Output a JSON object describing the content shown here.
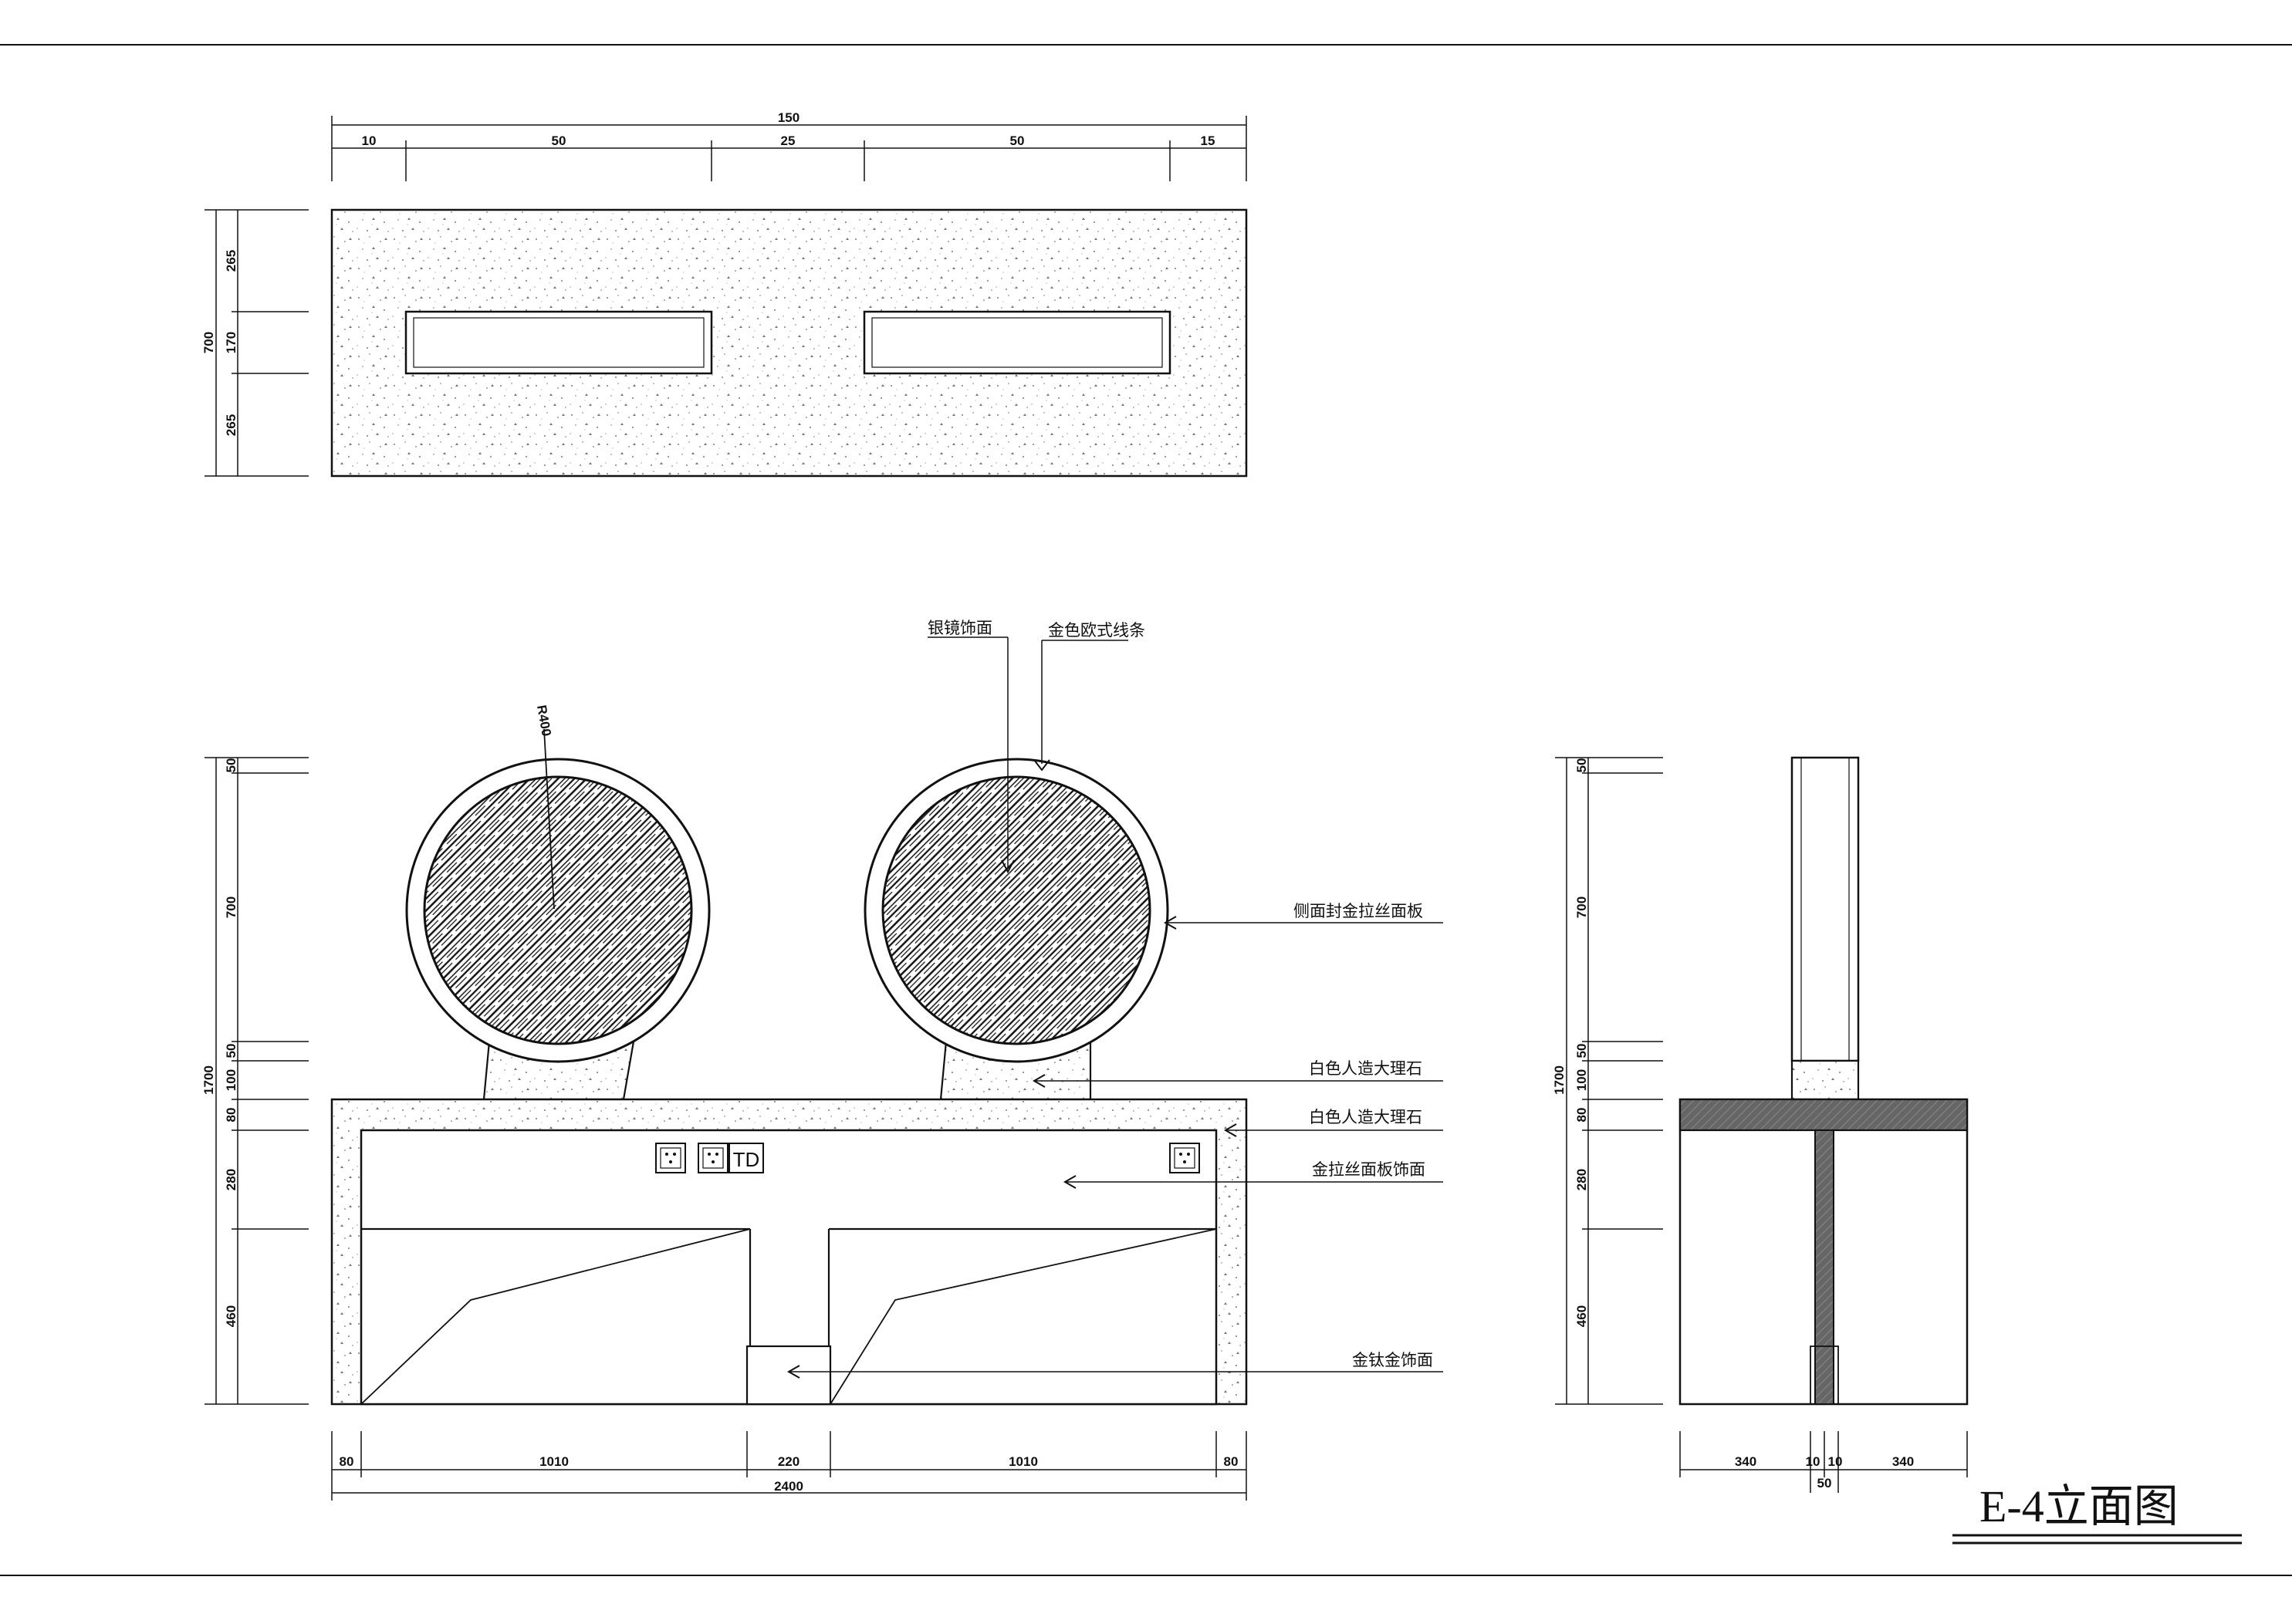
{
  "drawing_title": "E-4立面图",
  "colors": {
    "line": "#111111",
    "steel": "#666666",
    "paper": "#ffffff"
  },
  "plan_view": {
    "top_total": "150",
    "top_segments": [
      "10",
      "50",
      "25",
      "50",
      "15"
    ],
    "left_total": "700",
    "left_segments": [
      "265",
      "170",
      "265"
    ]
  },
  "front_elevation": {
    "radius_label": "R400",
    "left_total": "1700",
    "left_segments": [
      "50",
      "700",
      "50",
      "100",
      "80",
      "280",
      "460"
    ],
    "bottom_segments": [
      "80",
      "1010",
      "220",
      "1010",
      "80"
    ],
    "bottom_total": "2400",
    "outlet_label": "TD",
    "callouts": [
      "银镜饰面",
      "金色欧式线条",
      "侧面封金拉丝面板",
      "白色人造大理石",
      "白色人造大理石",
      "金拉丝面板饰面",
      "金钛金饰面"
    ]
  },
  "side_elevation": {
    "left_total": "1700",
    "left_segments": [
      "50",
      "700",
      "50",
      "100",
      "80",
      "280",
      "460"
    ],
    "bottom_segments": [
      "340",
      "10",
      "10",
      "340"
    ],
    "bottom_total": "50"
  }
}
